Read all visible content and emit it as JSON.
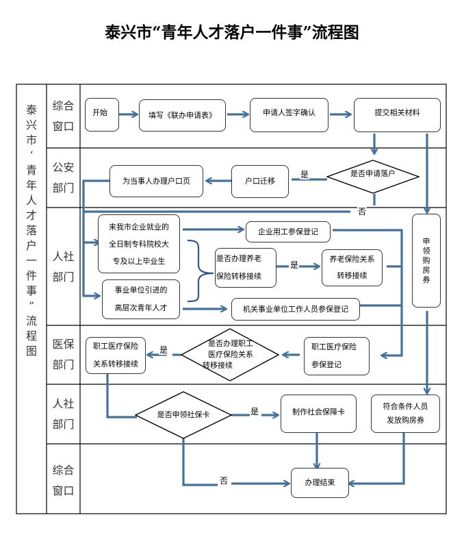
{
  "title": "泰兴市“青年人才落户一件事”流程图",
  "side_title": [
    "泰",
    "兴",
    "市",
    "‘",
    "青",
    "年",
    "人",
    "才",
    "落",
    "户",
    "一",
    "件",
    "事",
    "”",
    "流",
    "程",
    "图"
  ],
  "lanes": [
    {
      "line1": "综合",
      "line2": "窗口"
    },
    {
      "line1": "公安",
      "line2": "部门"
    },
    {
      "line1": "人社",
      "line2": "部门"
    },
    {
      "line1": "医保",
      "line2": "部门"
    },
    {
      "line1": "人社",
      "line2": "部门"
    },
    {
      "line1": "综合",
      "line2": "窗口"
    }
  ],
  "nodes": {
    "start": "开始",
    "fill_form": "填写《联办申请表》",
    "sign_confirm": "申请人签字确认",
    "submit_materials": "提交相关材料",
    "apply_settle_q": "是否申请落户",
    "hukou_transfer": "户口迁移",
    "hukou_page": "为当事人办理户口页",
    "graduates": "来我市企业就业的全日制专科院校大专及以上毕业生",
    "graduates_lines": [
      "来我市企业就业的",
      "全日制专科院校大",
      "专及以上毕业生"
    ],
    "talents_lines": [
      "事业单位引进的",
      "高层次青年人才"
    ],
    "enterprise_insurance": "企业用工参保登记",
    "pension_q_lines": [
      "是否办理养老",
      "保险转移接续"
    ],
    "pension_transfer_lines": [
      "养老保险关系",
      "转移接续"
    ],
    "institution_insurance": "机关事业单位工作人员参保登记",
    "housing_voucher_apply": [
      "申",
      "领",
      "购",
      "房",
      "券"
    ],
    "medical_register_lines": [
      "职工医疗保险",
      "参保登记"
    ],
    "medical_q_lines": [
      "是否办理职工",
      "医疗保险关系",
      "转移接续"
    ],
    "medical_transfer_lines": [
      "职工医疗保险",
      "关系转移接续"
    ],
    "social_card_q": "是否申领社保卡",
    "make_card": "制作社会保障卡",
    "issue_voucher_lines": [
      "符合条件人员",
      "发放购房券"
    ],
    "end": "办理结束"
  },
  "edge_labels": {
    "yes": "是",
    "no": "否"
  },
  "colors": {
    "arrow": "#41719c",
    "border": "#333333"
  }
}
